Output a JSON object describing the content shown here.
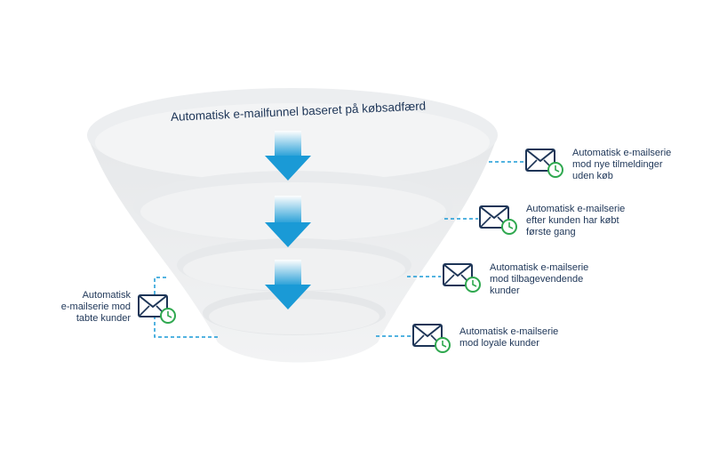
{
  "title": "Automatisk e-mailfunnel baseret på købsadfærd",
  "colors": {
    "accent": "#1a9ad6",
    "text": "#1d3557",
    "icon_stroke": "#1d3557",
    "clock": "#2fa84f",
    "funnel": "#e3e5e8",
    "funnel_rim": "#f4f5f6"
  },
  "icons": [
    "envelope-icon",
    "clock-icon",
    "down-arrow-icon"
  ],
  "labels": {
    "new_signups": {
      "line1": "Automatisk e-mailserie",
      "line2": "mod nye tilmeldinger",
      "line3": "uden køb"
    },
    "first_purchase": {
      "line1": "Automatisk e-mailserie",
      "line2": "efter kunden har købt",
      "line3": "første gang"
    },
    "returning": {
      "line1": "Automatisk e-mailserie",
      "line2": "mod tilbagevendende",
      "line3": "kunder"
    },
    "loyal": {
      "line1": "Automatisk e-mailserie",
      "line2": "mod loyale kunder"
    },
    "lost": {
      "line1": "Automatisk",
      "line2": "e-mailserie mod",
      "line3": "tabte kunder"
    }
  }
}
